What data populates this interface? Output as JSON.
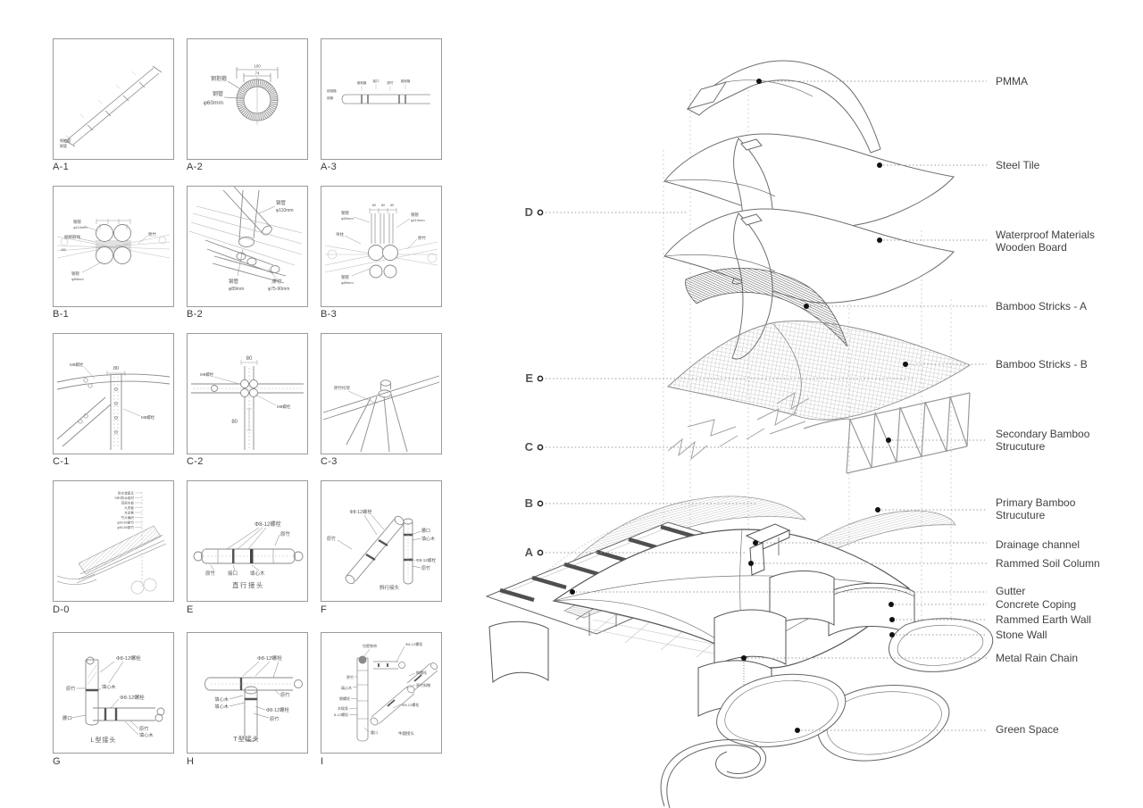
{
  "grid": {
    "cells": [
      {
        "caption": "A-1",
        "labels": {
          "l1": "钢抱箍",
          "l2": "钢管"
        }
      },
      {
        "caption": "A-2",
        "labels": {
          "l1": "钢抱箍",
          "l2": "钢管",
          "l3": "φ60mm",
          "d1": "100",
          "d2": "74"
        }
      },
      {
        "caption": "A-3",
        "labels": {
          "l1": "钢抱箍",
          "l2": "钢管",
          "t1": "钢抱箍",
          "t2": "接口",
          "t3": "原竹",
          "t4": "钢抱箍"
        }
      },
      {
        "caption": "B-1",
        "labels": {
          "l1": "钢管",
          "l1b": "φ110mm",
          "l2": "捆绑麻绳",
          "l3": "原竹",
          "l4": "钢管",
          "l4b": "φ89mm",
          "d1": "450"
        }
      },
      {
        "caption": "B-2",
        "labels": {
          "l1": "钢管",
          "l1b": "φ110mm",
          "l2": "钢管",
          "l2b": "φ89mm",
          "l3": "原竹",
          "l3b": "φ75-90mm"
        }
      },
      {
        "caption": "B-3",
        "labels": {
          "l1": "钢管",
          "l1b": "φ50mm",
          "l2": "钢管",
          "l2b": "φ110mm",
          "l3": "吊柱",
          "l4": "原竹",
          "l5": "钢管",
          "l5b": "φ89mm",
          "d1": "80",
          "d2": "80",
          "d3": "80"
        }
      },
      {
        "caption": "C-1",
        "labels": {
          "l1": "M8螺栓",
          "l2": "M8螺栓",
          "d1": "80"
        }
      },
      {
        "caption": "C-2",
        "labels": {
          "l1": "M8螺栓",
          "l2": "M8螺栓",
          "d1": "80",
          "d2": "80"
        }
      },
      {
        "caption": "C-3",
        "labels": {
          "l1": "原竹桁架"
        }
      },
      {
        "caption": "D-0",
        "layers": [
          "防水金属瓦",
          "SBS防水卷材",
          "双层木板",
          "九夹板",
          "木龙骨",
          "竹片编织",
          "φ50-60原竹",
          "φ50-60原竹"
        ]
      },
      {
        "caption": "E",
        "subtitle": "直行接头",
        "labels": {
          "l1": "Φ8-12螺栓",
          "l2": "原竹",
          "l3": "原竹",
          "l4": "接口",
          "l5": "填心木"
        }
      },
      {
        "caption": "F",
        "subtitle": "斜行接头",
        "labels": {
          "l1": "Φ8-12螺栓",
          "l2": "原竹",
          "l3": "腰口",
          "l4": "填心木",
          "l5": "Φ8-12螺栓",
          "l6": "原竹"
        }
      },
      {
        "caption": "G",
        "subtitle": "L型接头",
        "labels": {
          "l1": "Φ8-12螺栓",
          "l2": "原竹",
          "l3": "填心木",
          "l4": "Φ8-12螺栓",
          "l5": "腰口",
          "l6": "原竹",
          "l7": "填心木"
        }
      },
      {
        "caption": "H",
        "subtitle": "T型接头",
        "labels": {
          "l1": "Φ8-12螺栓",
          "l2": "填心木",
          "l3": "填心木",
          "l4": "Φ8-12螺栓",
          "l5": "原竹",
          "l6": "原竹"
        }
      },
      {
        "caption": "I",
        "subtitle": "牛腿接头",
        "labels": {
          "l1": "包壁铁带",
          "l2": "原竹",
          "l3": "填心木",
          "l4": "钢螺栓",
          "l5": "木楔条",
          "l6": "8-12螺栓",
          "l7": "腰口",
          "l8": "Φ8-12螺栓",
          "l9": "钢螺栓",
          "l10": "原竹斜撑",
          "l11": "Φ8-12螺栓"
        }
      }
    ]
  },
  "exploded": {
    "markers": [
      {
        "letter": "D"
      },
      {
        "letter": "E"
      },
      {
        "letter": "C"
      },
      {
        "letter": "B"
      },
      {
        "letter": "A"
      }
    ],
    "labels": [
      {
        "text": "PMMA"
      },
      {
        "text": "Steel Tile"
      },
      {
        "text": "Waterproof Materials\nWooden Board"
      },
      {
        "text": "Bamboo Stricks - A"
      },
      {
        "text": "Bamboo Stricks - B"
      },
      {
        "text": "Secondary Bamboo\nStrucuture"
      },
      {
        "text": "Primary Bamboo\nStrucuture"
      },
      {
        "text": "Drainage channel"
      },
      {
        "text": "Rammed Soil Column"
      },
      {
        "text": "Gutter"
      },
      {
        "text": "Concrete Coping"
      },
      {
        "text": "Rammed Earth Wall"
      },
      {
        "text": "Stone Wall"
      },
      {
        "text": "Metal Rain Chain"
      },
      {
        "text": "Green Space"
      }
    ]
  },
  "colors": {
    "line": "#777777",
    "light_line": "#c8c8c8",
    "leader": "#9b9b9b",
    "text": "#414141",
    "dot": "#111111"
  }
}
